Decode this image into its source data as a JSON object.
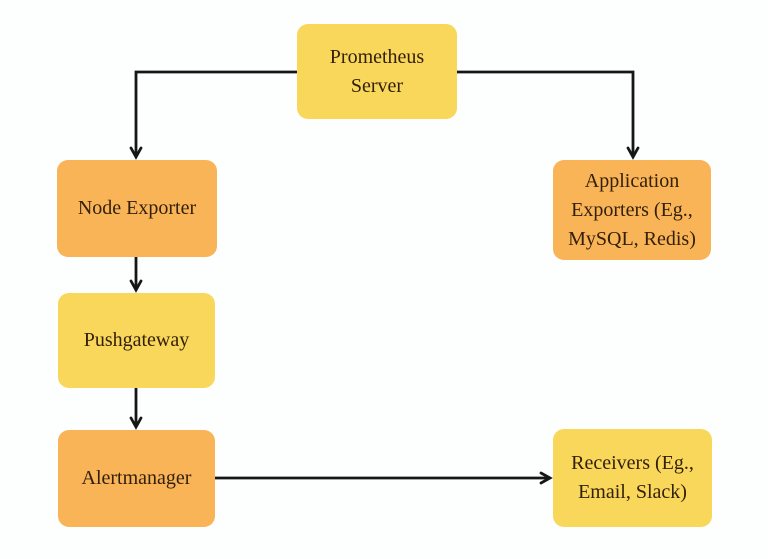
{
  "colors": {
    "background": "#FDFFFE",
    "yellow": "#F8D75B",
    "orange": "#F9B457",
    "text": "#33200B",
    "line": "#161616"
  },
  "nodes": {
    "prometheus_server": {
      "label": "Prometheus Server",
      "lines": [
        "Prometheus",
        "Server"
      ],
      "fill": "yellow"
    },
    "node_exporter": {
      "label": "Node Exporter",
      "lines": [
        "Node Exporter"
      ],
      "fill": "orange"
    },
    "application_exporters": {
      "label": "Application Exporters (Eg., MySQL, Redis)",
      "lines": [
        "Application",
        "Exporters (Eg.,",
        "MySQL, Redis)"
      ],
      "fill": "orange"
    },
    "pushgateway": {
      "label": "Pushgateway",
      "lines": [
        "Pushgateway"
      ],
      "fill": "yellow"
    },
    "alertmanager": {
      "label": "Alertmanager",
      "lines": [
        "Alertmanager"
      ],
      "fill": "orange"
    },
    "receivers": {
      "label": "Receivers (Eg., Email, Slack)",
      "lines": [
        "Receivers (Eg.,",
        "Email, Slack)"
      ],
      "fill": "yellow"
    }
  },
  "edges": [
    {
      "from": "prometheus_server",
      "to": "node_exporter"
    },
    {
      "from": "prometheus_server",
      "to": "application_exporters"
    },
    {
      "from": "node_exporter",
      "to": "pushgateway"
    },
    {
      "from": "pushgateway",
      "to": "alertmanager"
    },
    {
      "from": "alertmanager",
      "to": "receivers"
    }
  ]
}
